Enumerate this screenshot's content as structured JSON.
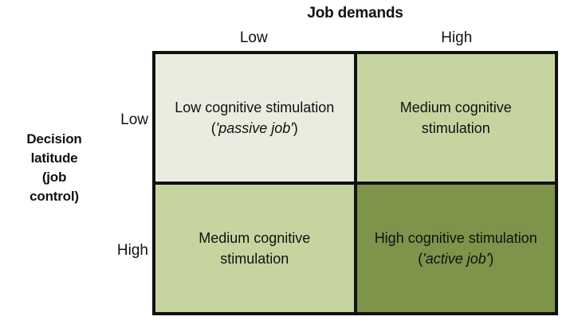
{
  "figure": {
    "type": "2x2-matrix",
    "column_axis": {
      "title": "Job demands",
      "levels": [
        "Low",
        "High"
      ]
    },
    "row_axis": {
      "title": "Decision latitude (job control)",
      "title_lines": [
        "Decision",
        "latitude",
        "(job",
        "control)"
      ],
      "levels": [
        "Low",
        "High"
      ]
    },
    "cells": [
      {
        "row": "Low",
        "column": "Low",
        "text_plain": "Low cognitive stimulation ('passive job')",
        "text_prefix": "Low cognitive stimulation (",
        "text_emphasis": "'passive job'",
        "text_suffix": ")",
        "fill": "#ebece0"
      },
      {
        "row": "Low",
        "column": "High",
        "text_plain": "Medium cognitive stimulation",
        "text_prefix": "Medium cognitive stimulation",
        "text_emphasis": "",
        "text_suffix": "",
        "fill": "#c6d5a0"
      },
      {
        "row": "High",
        "column": "Low",
        "text_plain": "Medium cognitive stimulation",
        "text_prefix": "Medium cognitive stimulation",
        "text_emphasis": "",
        "text_suffix": "",
        "fill": "#c6d5a0"
      },
      {
        "row": "High",
        "column": "High",
        "text_plain": "High cognitive stimulation ('active job')",
        "text_prefix": "High cognitive stimulation (",
        "text_emphasis": "'active job'",
        "text_suffix": ")",
        "fill": "#7d944a"
      }
    ],
    "colors": {
      "border": "#111111",
      "text": "#111111",
      "background": "#ffffff",
      "fill_lightest": "#ebece0",
      "fill_medium": "#c6d5a0",
      "fill_dark": "#7d944a"
    }
  }
}
